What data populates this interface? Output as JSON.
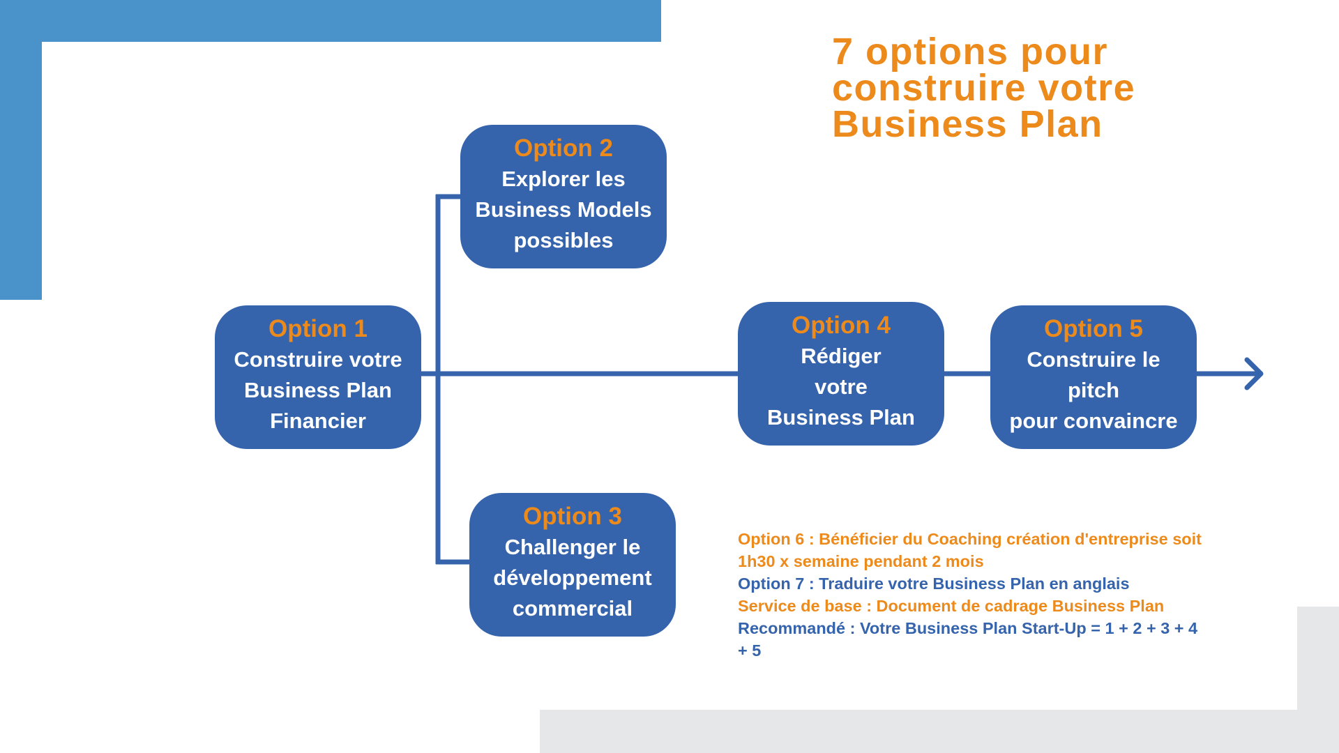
{
  "title": [
    "7 options pour",
    "construire votre",
    "Business Plan"
  ],
  "colors": {
    "accent": "#ec8a1c",
    "node_fill": "#3563ac",
    "deco_blue": "#4a93ca",
    "deco_gray": "#e6e7e9"
  },
  "nodes": [
    {
      "option": "Option 1",
      "lines": [
        "Construire votre",
        "Business Plan",
        "Financier"
      ]
    },
    {
      "option": "Option 2",
      "lines": [
        "Explorer les",
        "Business Models",
        "possibles"
      ]
    },
    {
      "option": "Option 3",
      "lines": [
        "Challenger le",
        "développement",
        "commercial"
      ]
    },
    {
      "option": "Option 4",
      "lines": [
        "Rédiger",
        "votre",
        "Business Plan"
      ]
    },
    {
      "option": "Option 5",
      "lines": [
        "Construire le",
        "pitch",
        "pour convaincre"
      ]
    }
  ],
  "notes": [
    {
      "text": "Option 6 : Bénéficier du Coaching création d'entreprise soit",
      "color": "orange"
    },
    {
      "text": "1h30 x semaine pendant 2 mois",
      "color": "orange"
    },
    {
      "text": "Option 7 : Traduire votre Business Plan en anglais",
      "color": "blue"
    },
    {
      "text": "Service de base : Document de cadrage Business Plan",
      "color": "orange"
    },
    {
      "text": "Recommandé : Votre Business Plan Start-Up = 1 + 2 + 3 + 4",
      "color": "blue"
    },
    {
      "text": "+ 5",
      "color": "blue"
    }
  ]
}
